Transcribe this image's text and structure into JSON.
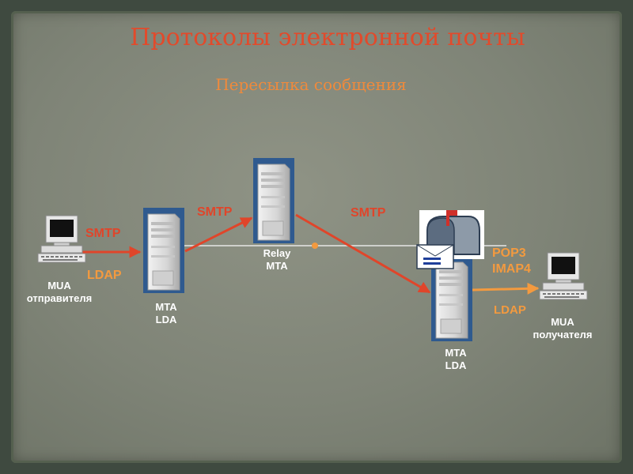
{
  "title": "Протоколы электронной почты",
  "subtitle": "Пересылка сообщения",
  "labels": {
    "smtp_1": "SMTP",
    "ldap_1": "LDAP",
    "smtp_2": "SMTP",
    "smtp_3": "SMTP",
    "pop3": "POP3",
    "imap4": "IMAP4",
    "ldap_2": "LDAP",
    "mua_sender_line1": "MUA",
    "mua_sender_line2": "отправителя",
    "mta1_line1": "MTA",
    "mta1_line2": "LDA",
    "relay_line1": "Relay",
    "relay_line2": "MTA",
    "mta2_line1": "MTA",
    "mta2_line2": "LDA",
    "mua_recv_line1": "MUA",
    "mua_recv_line2": "получателя"
  },
  "colors": {
    "title": "#e24a2b",
    "subtitle": "#ef8a3c",
    "smtp_arrow": "#e0452a",
    "pop_arrow": "#f39a3f",
    "server_panel": "#2f5a8f"
  },
  "icons": {
    "sender_computer": "computer-icon",
    "receiver_computer": "computer-icon",
    "server": "server-icon",
    "mailbox": "mailbox-icon",
    "envelope": "envelope-icon"
  }
}
